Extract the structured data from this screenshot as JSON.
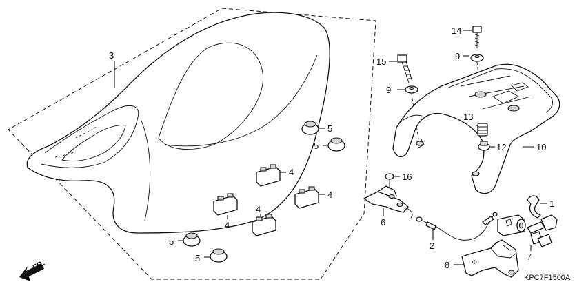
{
  "diagram_code": "KPC7F1500A",
  "direction_label": "FR.",
  "callouts": {
    "c1": "1",
    "c2": "2",
    "c3": "3",
    "c4a": "4",
    "c4b": "4",
    "c4c": "4",
    "c4d": "4",
    "c5a": "5",
    "c5b": "5",
    "c5c": "5",
    "c5d": "5",
    "c6": "6",
    "c7": "7",
    "c8": "8",
    "c9a": "9",
    "c9b": "9",
    "c10": "10",
    "c12": "12",
    "c13": "13",
    "c14": "14",
    "c15": "15",
    "c16": "16"
  }
}
